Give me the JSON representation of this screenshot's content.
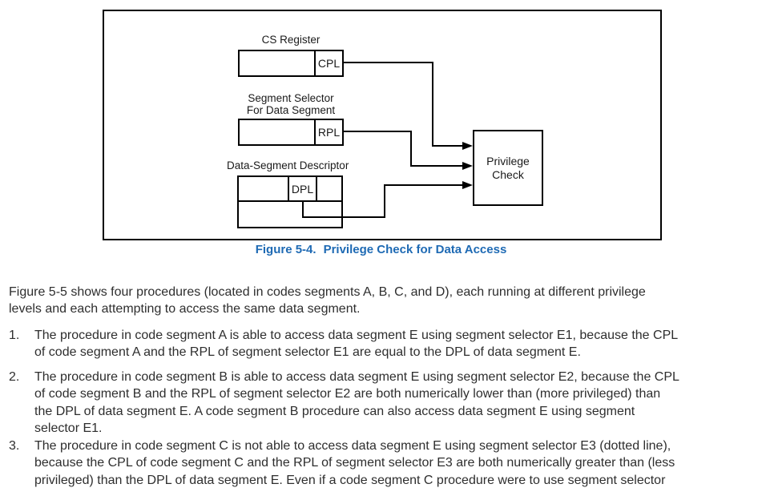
{
  "figure": {
    "caption": {
      "label": "Figure 5-4.",
      "title": "Privilege Check for Data Access"
    },
    "diagram": {
      "cs_register": {
        "label": "CS Register",
        "field": "CPL"
      },
      "segment_selector": {
        "label_line1": "Segment Selector",
        "label_line2": "For Data Segment",
        "field": "RPL"
      },
      "data_segment_descriptor": {
        "label": "Data-Segment Descriptor",
        "field": "DPL"
      },
      "privilege_check": {
        "line1": "Privilege",
        "line2": "Check"
      }
    }
  },
  "body": {
    "intro": {
      "lines": [
        "Figure 5-5 shows four procedures (located in codes segments A, B, C, and D), each running at different privilege",
        "levels and each attempting to access the same data segment."
      ]
    },
    "items": [
      {
        "number": "1.",
        "lines": [
          "The procedure in code segment A is able to access data segment E using segment selector E1, because the CPL",
          "of code segment A and the RPL of segment selector E1 are equal to the DPL of data segment E."
        ]
      },
      {
        "number": "2.",
        "lines": [
          "The procedure in code segment B is able to access data segment E using segment selector E2, because the CPL",
          "of code segment B and the RPL of segment selector E2 are both numerically lower than (more privileged) than",
          "the DPL of data segment E. A code segment B procedure can also access data segment E using segment",
          "selector E1."
        ]
      },
      {
        "number": "3.",
        "lines": [
          "The procedure in code segment C is not able to access data segment E using segment selector E3 (dotted line),",
          "because the CPL of code segment C and the RPL of segment selector E3 are both numerically greater than (less",
          "privileged) than the DPL of data segment E. Even if a code segment C procedure were to use segment selector"
        ]
      }
    ]
  },
  "colors": {
    "caption_blue": "#1e6ab4",
    "body_text": "#2e2e2e",
    "diagram_lines": "#000000",
    "background": "#ffffff"
  }
}
